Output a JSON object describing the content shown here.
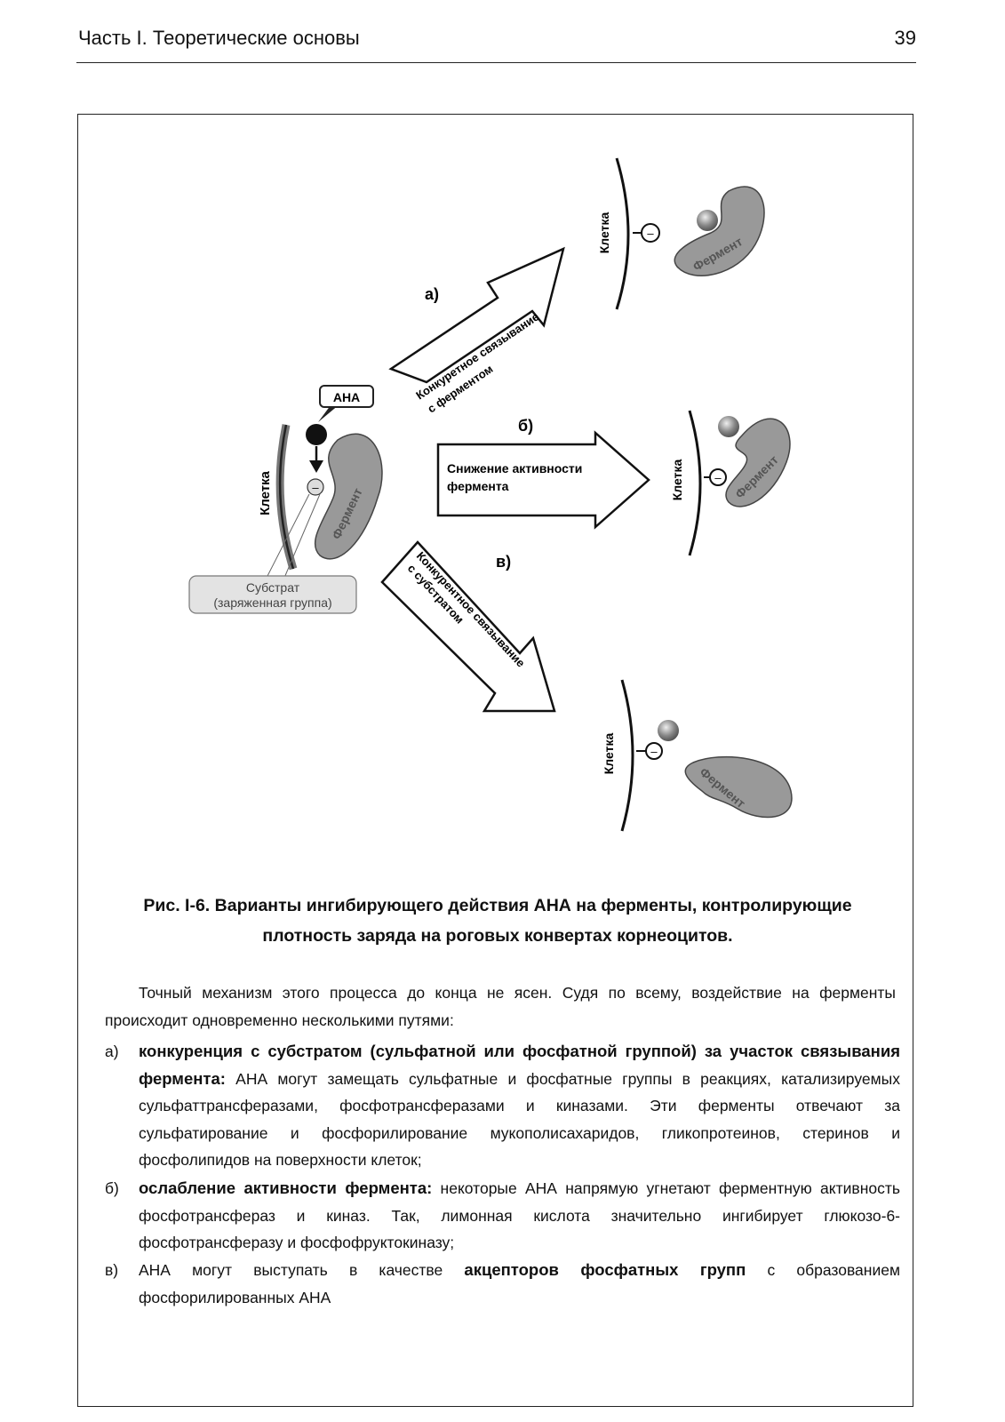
{
  "header": {
    "title": "Часть I. Теоретические основы",
    "page": "39"
  },
  "figure": {
    "label_a": "а)",
    "label_b": "б)",
    "label_c": "в)",
    "aha": "АНА",
    "cell": "Клетка",
    "enzyme": "Фермент",
    "minus": "–",
    "substrate_line1": "Субстрат",
    "substrate_line2": "(заряженная группа)",
    "arrow_a_line1": "Конкуретное связывание",
    "arrow_a_line2": "с ферментом",
    "arrow_b_line1": "Снижение активности",
    "arrow_b_line2": "фермента",
    "arrow_c_line1": "Конкурентное связывание",
    "arrow_c_line2": "с субстратом"
  },
  "caption": {
    "lead": "Рис. I-6.",
    "line1": " Варианты ингибирующего действия АНА на ферменты, контролирующие",
    "line2": "плотность заряда на роговых конвертах корнеоцитов."
  },
  "text": {
    "intro": "Точный механизм этого процесса до конца не ясен. Судя по всему, воздействие на ферменты происходит одновременно несколькими путями:",
    "items": [
      {
        "marker": "а)",
        "bold": "конкуренция с субстратом (сульфатной или фосфатной группой) за участок связывания фермента:",
        "rest": " АНА могут замещать сульфатные и фосфатные группы в реакциях, катализируемых сульфаттрансферазами, фосфотрансферазами и киназами. Эти ферменты отвечают за сульфатирование и фосфорилирование мукополисахаридов, гликопротеинов, стеринов и фосфолипидов на поверхности клеток;"
      },
      {
        "marker": "б)",
        "bold": "ослабление активности фермента:",
        "rest": " некоторые АНА напрямую угнетают ферментную активность фосфотрансфераз и киназ. Так, лимонная кислота значительно ингибирует глюкозо-6-фосфотрансферазу и фосфофруктокиназу;"
      },
      {
        "marker": "в)",
        "pre": "АНА могут выступать в качестве ",
        "bold": "акцепторов фосфатных групп",
        "rest": " с образованием фосфорилированных АНА"
      }
    ]
  }
}
